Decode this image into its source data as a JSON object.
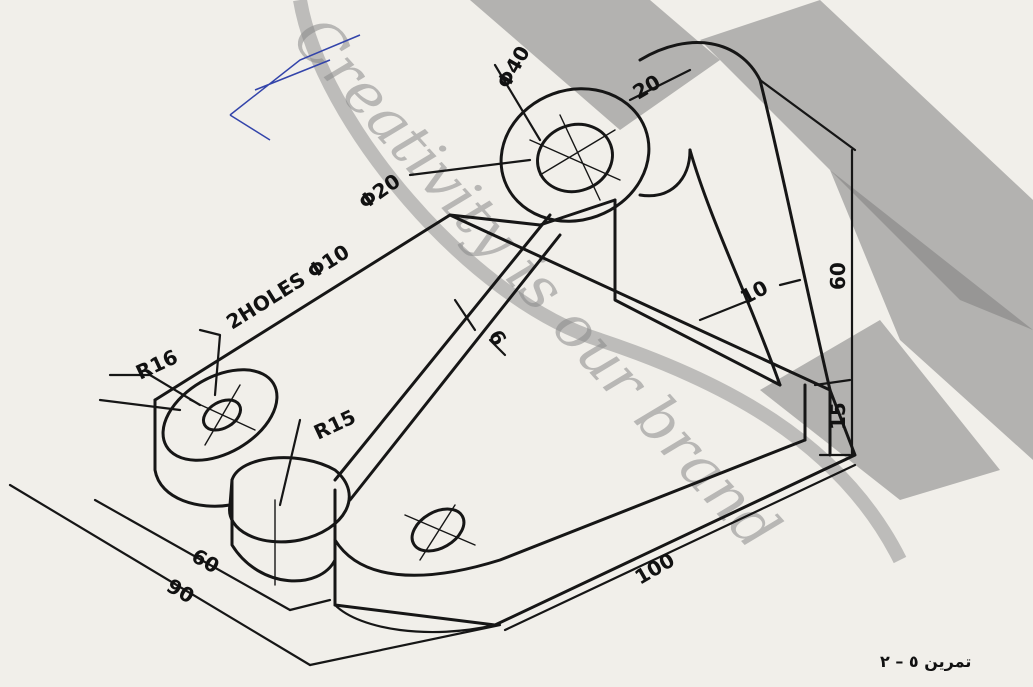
{
  "drawing": {
    "labels": {
      "phi40": "Φ40",
      "d20_top": "20",
      "phi20": "Φ20",
      "holes": "2HOLES Φ10",
      "h60": "60",
      "t10": "10",
      "t6": "6",
      "h15": "15",
      "r16": "R16",
      "r15": "R15",
      "w60": "60",
      "w90": "90",
      "l100": "100"
    }
  },
  "watermark": {
    "text": "Creativity is our brand"
  },
  "caption": "تمرين ٥ – ٢"
}
